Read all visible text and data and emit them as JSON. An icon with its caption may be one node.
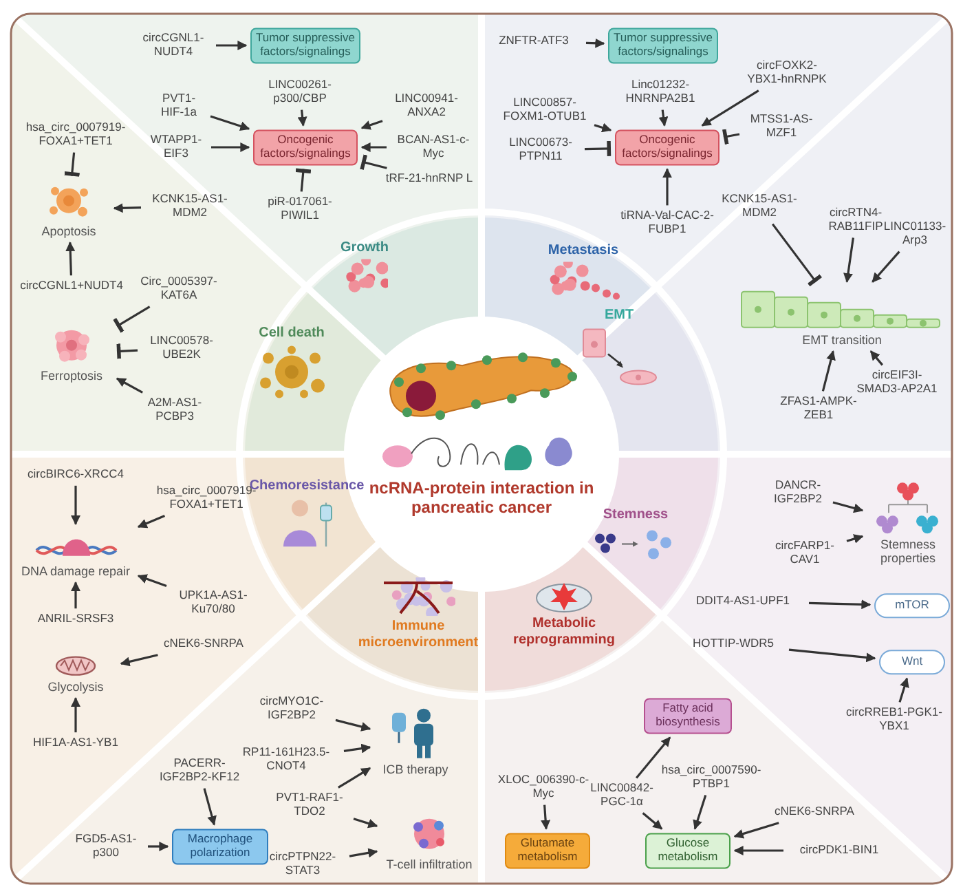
{
  "diagram": {
    "nodes": [
      {
        "text": [
          "circCGNL1-NUDT4"
        ]
      },
      {
        "text": [
          "Tumor suppressive factors/signalings"
        ]
      },
      {
        "text": [
          "PVT1-HIF-1a"
        ]
      },
      {
        "text": [
          "LINC00261-p300/CBP"
        ]
      },
      {
        "text": [
          "LINC00941-ANXA2"
        ]
      },
      {
        "text": [
          "WTAPP1-EIF3"
        ]
      },
      {
        "text": [
          "Oncogenic factors/signalings"
        ]
      },
      {
        "text": [
          "BCAN-AS1-c-Myc"
        ]
      },
      {
        "text": [
          "tRF-21-hnRNP L"
        ]
      },
      {
        "text": [
          "piR-017061-PIWIL1"
        ]
      },
      {
        "text": [
          "ZNFTR-ATF3"
        ]
      },
      {
        "text": [
          "Tumor suppressive factors/signalings"
        ]
      },
      {
        "text": [
          "circFOXK2-YBX1-hnRNPK"
        ]
      },
      {
        "text": [
          "Linc01232-HNRNPA2B1"
        ]
      },
      {
        "text": [
          "LINC00857-FOXM1-OTUB1"
        ]
      },
      {
        "text": [
          "MTSS1-AS-MZF1"
        ]
      },
      {
        "text": [
          "LINC00673-PTPN11"
        ]
      },
      {
        "text": [
          "Oncogenic factors/signalings"
        ]
      },
      {
        "text": [
          "tiRNA-Val-CAC-2-FUBP1"
        ]
      },
      {
        "text": [
          "hsa_circ_0007919-FOXA1+TET1"
        ]
      },
      {
        "text": [
          "Apoptosis"
        ]
      },
      {
        "text": [
          "KCNK15-AS1-MDM2"
        ]
      },
      {
        "text": [
          "circCGNL1+NUDT4"
        ]
      },
      {
        "text": [
          "Circ_0005397-KAT6A"
        ]
      },
      {
        "text": [
          "Ferroptosis"
        ]
      },
      {
        "text": [
          "LINC00578-UBE2K"
        ]
      },
      {
        "text": [
          "A2M-AS1-PCBP3"
        ]
      },
      {
        "text": [
          "KCNK15-AS1-MDM2"
        ]
      },
      {
        "text": [
          "circRTN4-RAB11FIP"
        ]
      },
      {
        "text": [
          "LINC01133-Arp3"
        ]
      },
      {
        "text": [
          "EMT transition"
        ]
      },
      {
        "text": [
          "circEIF3I-SMAD3-AP2A1"
        ]
      },
      {
        "text": [
          "ZFAS1-AMPK-ZEB1"
        ]
      },
      {
        "text": [
          "circBIRC6-XRCC4"
        ]
      },
      {
        "text": [
          "hsa_circ_0007919-FOXA1+TET1"
        ]
      },
      {
        "text": [
          "DNA damage repair"
        ]
      },
      {
        "text": [
          "UPK1A-AS1-Ku70/80"
        ]
      },
      {
        "text": [
          "ANRIL-SRSF3"
        ]
      },
      {
        "text": [
          "cNEK6-SNRPA"
        ]
      },
      {
        "text": [
          "Glycolysis"
        ]
      },
      {
        "text": [
          "HIF1A-AS1-YB1"
        ]
      },
      {
        "text": [
          "DANCR-IGF2BP2"
        ]
      },
      {
        "text": [
          "Stemness properties"
        ]
      },
      {
        "text": [
          "circFARP1-CAV1"
        ]
      },
      {
        "text": [
          "DDIT4-AS1-UPF1"
        ]
      },
      {
        "text": [
          "mTOR"
        ]
      },
      {
        "text": [
          "HOTTIP-WDR5"
        ]
      },
      {
        "text": [
          "Wnt"
        ]
      },
      {
        "text": [
          "circRREB1-PGK1-YBX1"
        ]
      },
      {
        "text": [
          "circMYO1C-IGF2BP2"
        ]
      },
      {
        "text": [
          "ICB therapy"
        ]
      },
      {
        "text": [
          "RP11-161H23.5-CNOT4"
        ]
      },
      {
        "text": [
          "PACERR-IGF2BP2-KF12"
        ]
      },
      {
        "text": [
          "PVT1-RAF1-TDO2"
        ]
      },
      {
        "text": [
          "FGD5-AS1-p300"
        ]
      },
      {
        "text": [
          "Macrophage polarization"
        ]
      },
      {
        "text": [
          "circPTPN22-STAT3"
        ]
      },
      {
        "text": [
          "T-cell infiltration"
        ]
      },
      {
        "text": [
          "Fatty acid biosynthesis"
        ]
      },
      {
        "text": [
          "XLOC_006390-c-Myc"
        ]
      },
      {
        "text": [
          "LINC00842-PGC-1α"
        ]
      },
      {
        "text": [
          "hsa_circ_0007590-PTBP1"
        ]
      },
      {
        "text": [
          "cNEK6-SNRPA"
        ]
      },
      {
        "text": [
          "Glutamate metabolism"
        ]
      },
      {
        "text": [
          "Glucose metabolism"
        ]
      },
      {
        "text": [
          "circPDK1-BIN1"
        ]
      },
      {
        "text": [
          "ncRNA-protein interaction in pancreatic cancer"
        ]
      },
      {
        "text": [
          "Growth"
        ]
      },
      {
        "text": [
          "Metastasis"
        ]
      },
      {
        "text": [
          "EMT"
        ]
      },
      {
        "text": [
          "Stemness"
        ]
      },
      {
        "text": [
          "Metabolic reprogramming"
        ]
      },
      {
        "text": [
          "Immune microenvironment"
        ]
      },
      {
        "text": [
          "Chemoresistance"
        ]
      },
      {
        "text": [
          "Cell death"
        ]
      }
    ],
    "edges": [
      {
        "from": 0,
        "to": 1,
        "arrow": "to"
      },
      {
        "from": 2,
        "to": 6,
        "arrow": "to"
      },
      {
        "from": 3,
        "to": 6,
        "arrow": "to"
      },
      {
        "from": 4,
        "to": 6,
        "arrow": "to"
      },
      {
        "from": 5,
        "to": 6,
        "arrow": "to"
      },
      {
        "from": 7,
        "to": 6,
        "arrow": "to"
      },
      {
        "from": 8,
        "to": 6,
        "arrow": "other"
      },
      {
        "from": 9,
        "to": 6,
        "arrow": "other"
      },
      {
        "from": 10,
        "to": 11,
        "arrow": "to"
      },
      {
        "from": 12,
        "to": 17,
        "arrow": "to"
      },
      {
        "from": 13,
        "to": 17,
        "arrow": "to"
      },
      {
        "from": 14,
        "to": 17,
        "arrow": "to"
      },
      {
        "from": 15,
        "to": 17,
        "arrow": "other"
      },
      {
        "from": 16,
        "to": 17,
        "arrow": "other"
      },
      {
        "from": 18,
        "to": 17,
        "arrow": "to"
      },
      {
        "from": 19,
        "to": 20,
        "arrow": "other"
      },
      {
        "from": 21,
        "to": 20,
        "arrow": "to"
      },
      {
        "from": 22,
        "to": 20,
        "arrow": "to"
      },
      {
        "from": 23,
        "to": 24,
        "arrow": "other"
      },
      {
        "from": 25,
        "to": 24,
        "arrow": "other"
      },
      {
        "from": 26,
        "to": 24,
        "arrow": "to"
      },
      {
        "from": 27,
        "to": 30,
        "arrow": "other"
      },
      {
        "from": 28,
        "to": 30,
        "arrow": "to"
      },
      {
        "from": 29,
        "to": 30,
        "arrow": "to"
      },
      {
        "from": 31,
        "to": 30,
        "arrow": "to"
      },
      {
        "from": 32,
        "to": 30,
        "arrow": "to"
      },
      {
        "from": 33,
        "to": 35,
        "arrow": "to"
      },
      {
        "from": 34,
        "to": 35,
        "arrow": "to"
      },
      {
        "from": 36,
        "to": 35,
        "arrow": "to"
      },
      {
        "from": 37,
        "to": 35,
        "arrow": "to"
      },
      {
        "from": 38,
        "to": 39,
        "arrow": "to"
      },
      {
        "from": 40,
        "to": 39,
        "arrow": "to"
      },
      {
        "from": 41,
        "to": 42,
        "arrow": "to"
      },
      {
        "from": 43,
        "to": 42,
        "arrow": "to"
      },
      {
        "from": 44,
        "to": 45,
        "arrow": "to"
      },
      {
        "from": 46,
        "to": 47,
        "arrow": "to"
      },
      {
        "from": 48,
        "to": 47,
        "arrow": "to"
      },
      {
        "from": 49,
        "to": 50,
        "arrow": "to"
      },
      {
        "from": 51,
        "to": 50,
        "arrow": "to"
      },
      {
        "from": 52,
        "to": 55,
        "arrow": "to"
      },
      {
        "from": 53,
        "to": 50,
        "arrow": "to"
      },
      {
        "from": 53,
        "to": 57,
        "arrow": "to"
      },
      {
        "from": 54,
        "to": 55,
        "arrow": "to"
      },
      {
        "from": 56,
        "to": 57,
        "arrow": "to"
      },
      {
        "from": 59,
        "to": 63,
        "arrow": "to"
      },
      {
        "from": 60,
        "to": 58,
        "arrow": "to"
      },
      {
        "from": 60,
        "to": 64,
        "arrow": "to"
      },
      {
        "from": 61,
        "to": 64,
        "arrow": "to"
      },
      {
        "from": 62,
        "to": 64,
        "arrow": "to"
      },
      {
        "from": 65,
        "to": 64,
        "arrow": "to"
      }
    ]
  }
}
